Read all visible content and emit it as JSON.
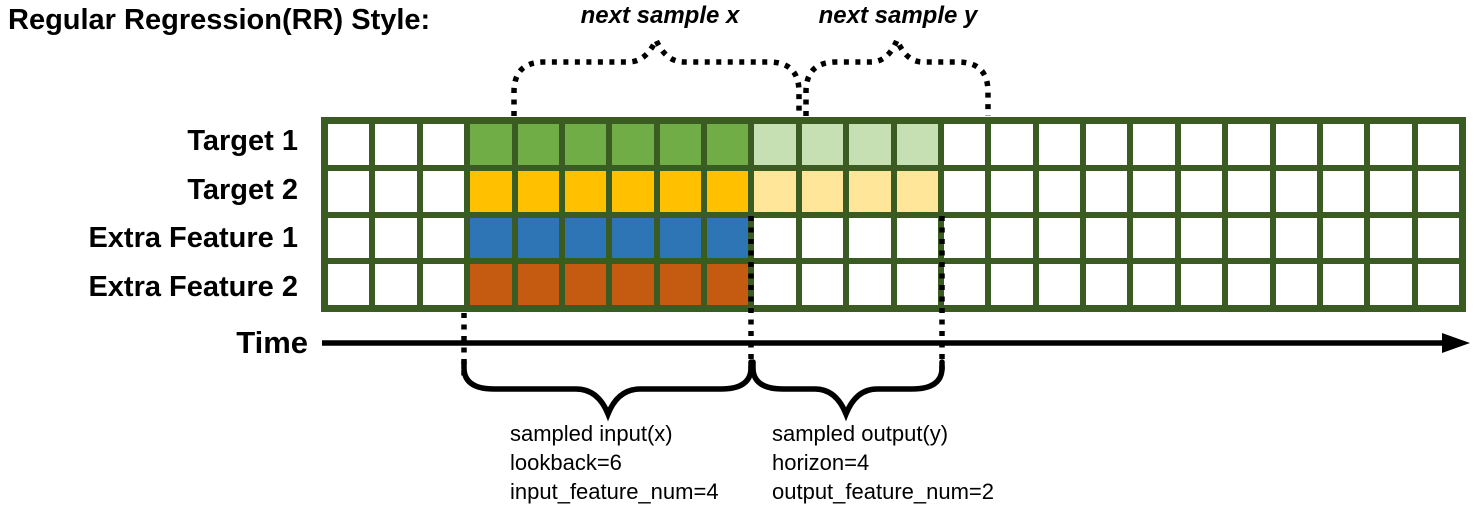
{
  "title": "Regular Regression(RR) Style:",
  "colors": {
    "green": "#70AD47",
    "lightGreen": "#C6E0B4",
    "gold": "#FFC000",
    "lightGold": "#FFE699",
    "blue": "#2E75B6",
    "orange": "#C55A11",
    "gridBorder": "#3A5B22",
    "ink": "#000000"
  },
  "top_annotations": {
    "next_sample_x": "next sample x",
    "next_sample_y": "next sample y"
  },
  "grid": {
    "columns": 24,
    "rows": [
      {
        "label": "Target 1",
        "segments": [
          {
            "start": 3,
            "count": 6,
            "color": "green"
          },
          {
            "start": 9,
            "count": 4,
            "color": "lightGreen"
          }
        ]
      },
      {
        "label": "Target 2",
        "segments": [
          {
            "start": 3,
            "count": 6,
            "color": "gold"
          },
          {
            "start": 9,
            "count": 4,
            "color": "lightGold"
          }
        ]
      },
      {
        "label": "Extra Feature 1",
        "segments": [
          {
            "start": 3,
            "count": 6,
            "color": "blue"
          }
        ]
      },
      {
        "label": "Extra Feature 2",
        "segments": [
          {
            "start": 3,
            "count": 6,
            "color": "orange"
          }
        ]
      }
    ]
  },
  "time_axis": {
    "label": "Time"
  },
  "bottom_annotations": {
    "input": {
      "lines": [
        "sampled input(x)",
        "lookback=6",
        "input_feature_num=4"
      ]
    },
    "output": {
      "lines": [
        "sampled output(y)",
        "horizon=4",
        "output_feature_num=2"
      ]
    }
  }
}
